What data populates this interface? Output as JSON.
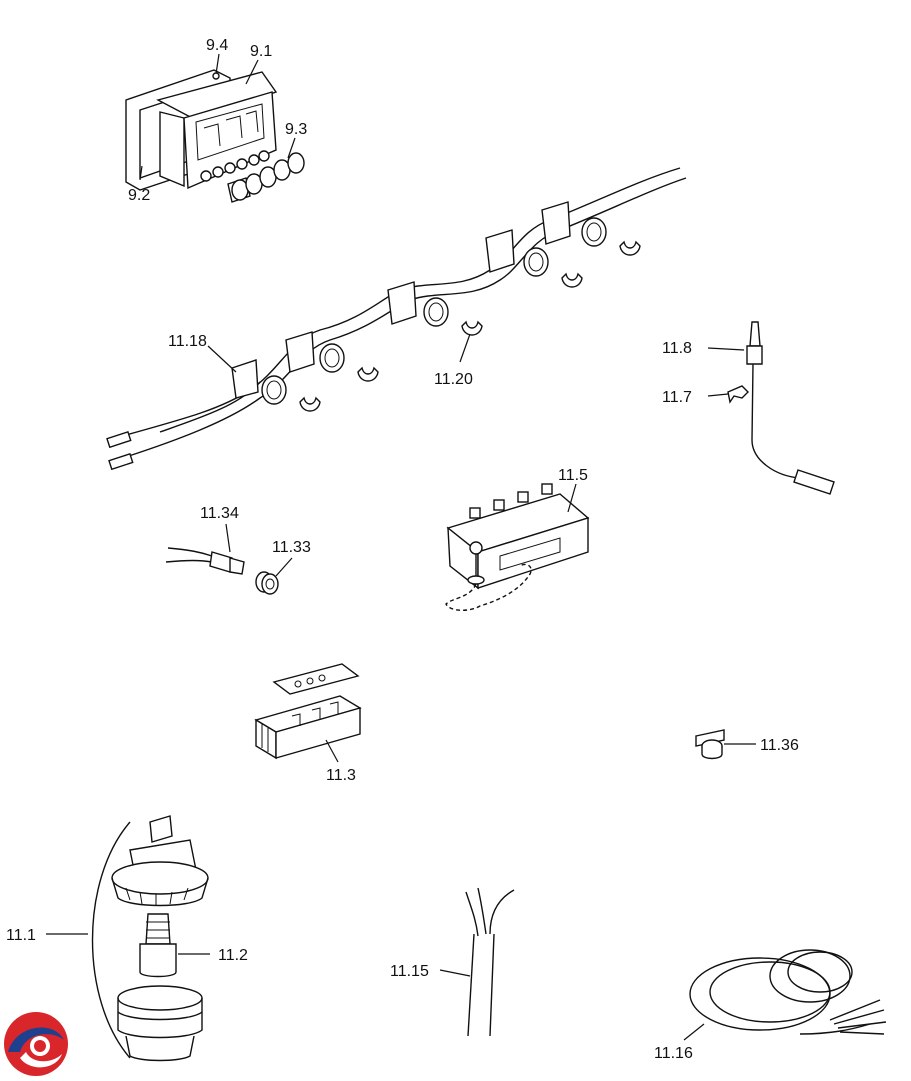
{
  "labels": {
    "l9_4": "9.4",
    "l9_1": "9.1",
    "l9_3": "9.3",
    "l9_2": "9.2",
    "l11_18": "11.18",
    "l11_20": "11.20",
    "l11_8": "11.8",
    "l11_7": "11.7",
    "l11_5": "11.5",
    "l11_34": "11.34",
    "l11_33": "11.33",
    "l11_3": "11.3",
    "l11_36": "11.36",
    "l11_1": "11.1",
    "l11_2": "11.2",
    "l11_15": "11.15",
    "l11_16": "11.16"
  },
  "logo": {
    "name": "brand-logo",
    "colors": [
      "#d9262b",
      "#1f3f8f"
    ]
  }
}
